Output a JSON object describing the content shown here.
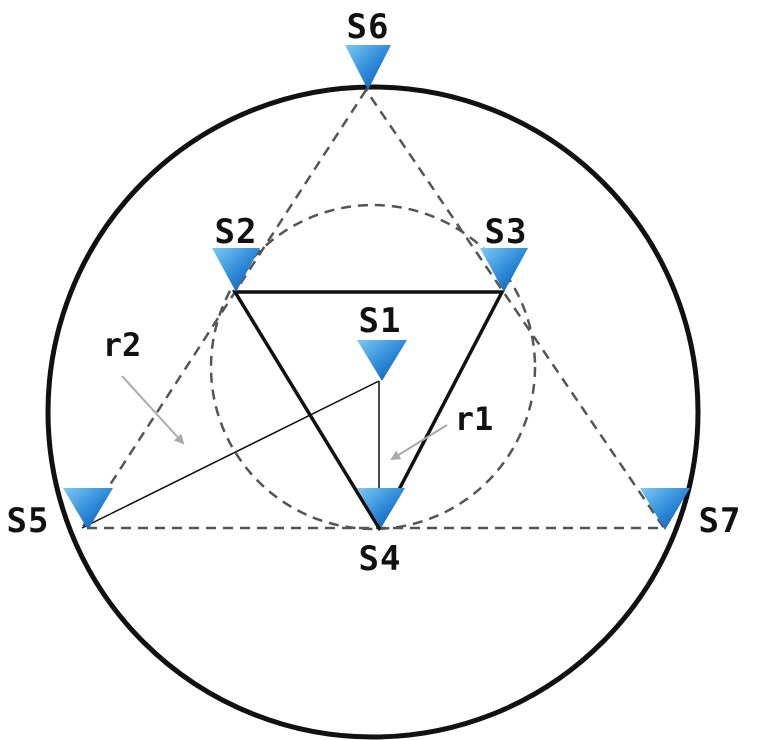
{
  "sensors": [
    {
      "id": "s1",
      "label": "S1"
    },
    {
      "id": "s2",
      "label": "S2"
    },
    {
      "id": "s3",
      "label": "S3"
    },
    {
      "id": "s4",
      "label": "S4"
    },
    {
      "id": "s5",
      "label": "S5"
    },
    {
      "id": "s6",
      "label": "S6"
    },
    {
      "id": "s7",
      "label": "S7"
    }
  ],
  "radii": {
    "r1": "r1",
    "r2": "r2"
  },
  "colors": {
    "marker_light": "#5cb8f0",
    "marker_dark": "#1565b8",
    "line": "#111111",
    "dashed": "#555555",
    "arrow": "#aaaaaa"
  }
}
